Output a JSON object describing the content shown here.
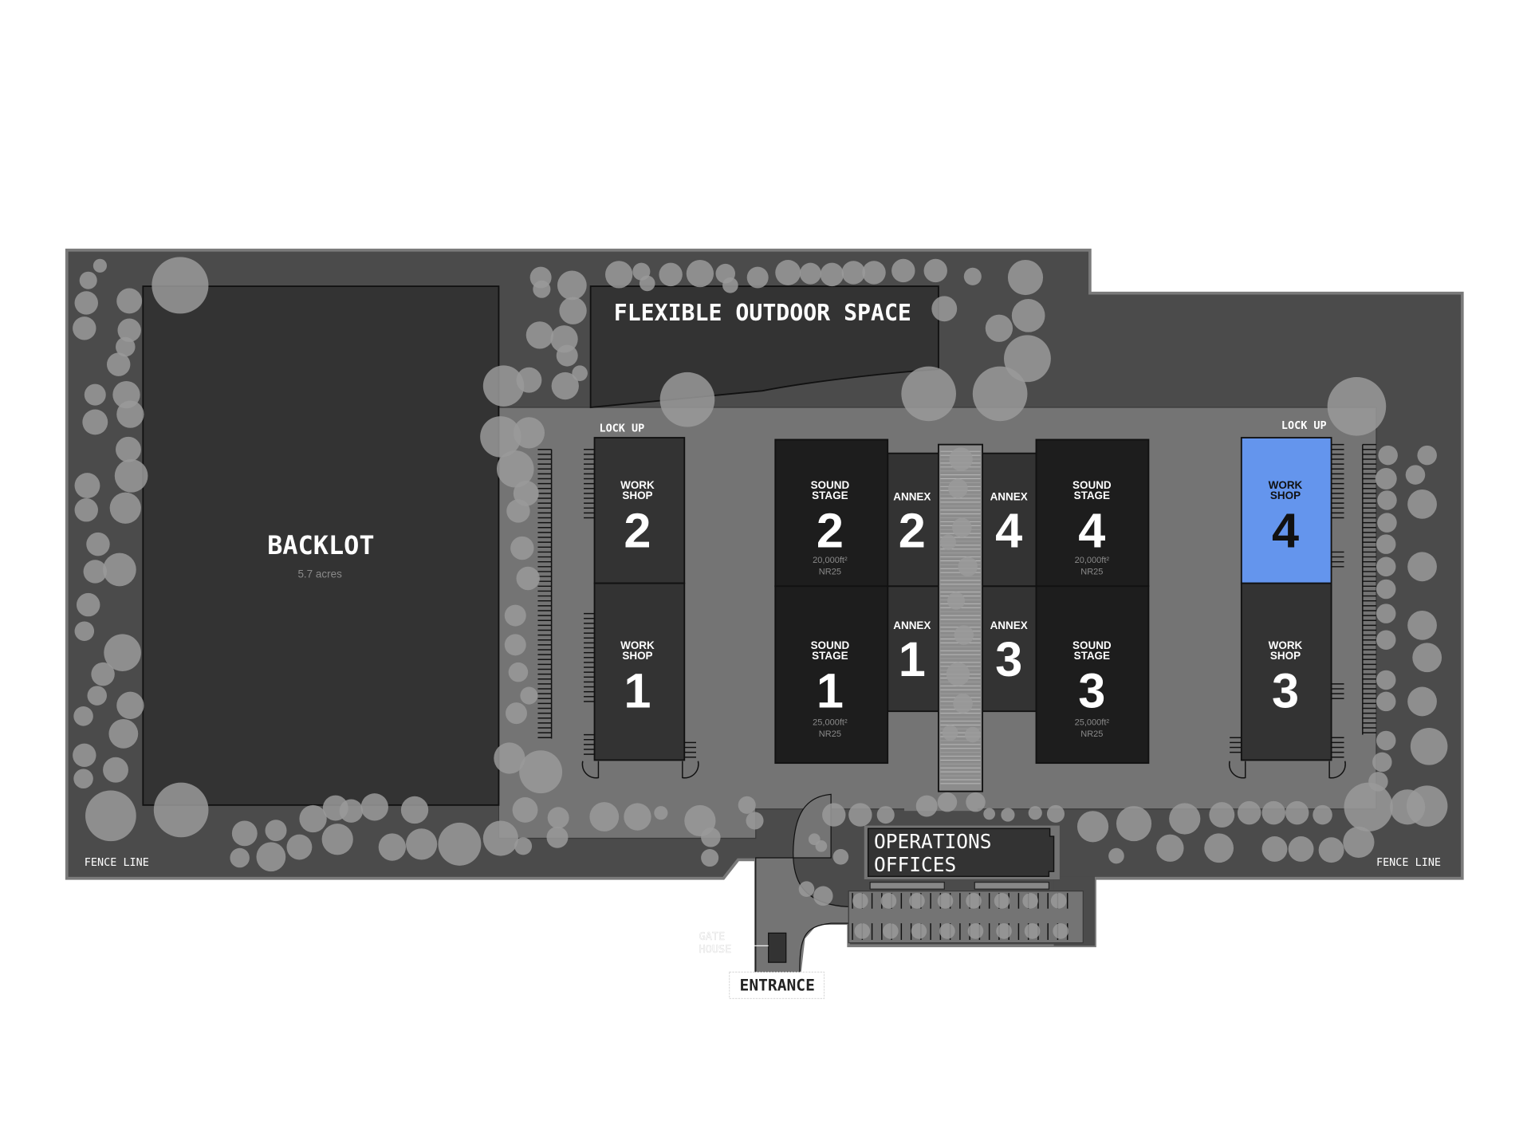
{
  "site": {
    "fence_label_left": "FENCE LINE",
    "fence_label_right": "FENCE LINE",
    "highlight_color": "#6495ed"
  },
  "backlot": {
    "title": "BACKLOT",
    "area": "5.7 acres"
  },
  "outdoor": {
    "title": "FLEXIBLE OUTDOOR SPACE"
  },
  "lock_up_left": "LOCK UP",
  "lock_up_right": "LOCK UP",
  "workshops": [
    {
      "line1": "WORK",
      "line2": "SHOP",
      "number": "1"
    },
    {
      "line1": "WORK",
      "line2": "SHOP",
      "number": "2"
    },
    {
      "line1": "WORK",
      "line2": "SHOP",
      "number": "3"
    },
    {
      "line1": "WORK",
      "line2": "SHOP",
      "number": "4",
      "highlighted": true
    }
  ],
  "sound_stages": [
    {
      "line1": "SOUND",
      "line2": "STAGE",
      "number": "1",
      "area": "25,000ft²",
      "rating": "NR25"
    },
    {
      "line1": "SOUND",
      "line2": "STAGE",
      "number": "2",
      "area": "20,000ft²",
      "rating": "NR25"
    },
    {
      "line1": "SOUND",
      "line2": "STAGE",
      "number": "3",
      "area": "25,000ft²",
      "rating": "NR25"
    },
    {
      "line1": "SOUND",
      "line2": "STAGE",
      "number": "4",
      "area": "20,000ft²",
      "rating": "NR25"
    }
  ],
  "annexes": [
    {
      "label": "ANNEX",
      "number": "1"
    },
    {
      "label": "ANNEX",
      "number": "2"
    },
    {
      "label": "ANNEX",
      "number": "3"
    },
    {
      "label": "ANNEX",
      "number": "4"
    }
  ],
  "operations": {
    "line1": "OPERATIONS",
    "line2": "OFFICES"
  },
  "gatehouse": {
    "line1": "GATE",
    "line2": "HOUSE"
  },
  "entrance": {
    "label": "ENTRANCE"
  }
}
